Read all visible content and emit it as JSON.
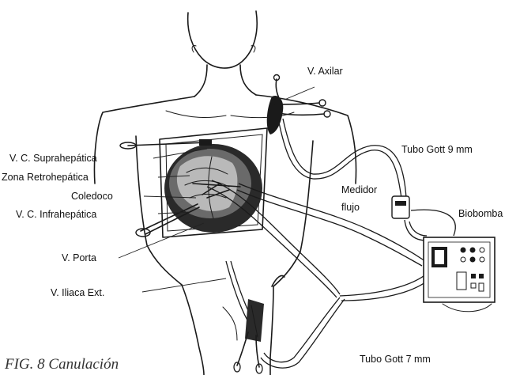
{
  "figure": {
    "caption": "FIG. 8 Canulación",
    "labels": {
      "v_axilar": "V. Axilar",
      "v_c_suprahepatica": "V. C. Suprahepática",
      "zona_retrohepatica": "Zona Retrohepática",
      "coledoco": "Coledoco",
      "v_c_infrahepatica": "V. C. Infrahepática",
      "v_porta": "V. Porta",
      "v_iliaca_ext": "V. Iliaca Ext.",
      "tubo_gott_9": "Tubo Gott 9 mm",
      "medidor": "Medidor",
      "flujo": "flujo",
      "biobomba": "Biobomba",
      "tubo_gott_7": "Tubo Gott 7 mm"
    }
  }
}
